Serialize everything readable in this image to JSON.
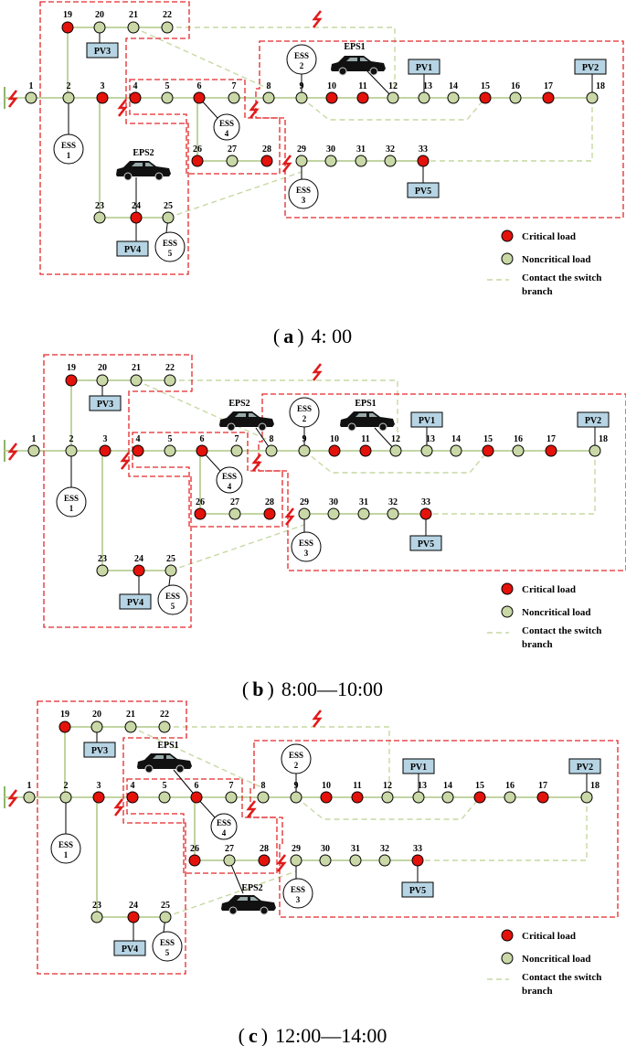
{
  "colors": {
    "critical": "#e3120b",
    "noncritical": "#c9d8a6",
    "line": "#b9cf96",
    "contact": "#c6d9a2",
    "island": "#e3282a",
    "pv_fill": "#b6d4e3",
    "fault": "#e01b1b"
  },
  "labels": {
    "critical": "Critical load",
    "noncritical": "Noncritical load",
    "contact1": "Contact the switch",
    "contact2": "branch",
    "pv1": "PV1",
    "pv2": "PV2",
    "pv3": "PV3",
    "pv4": "PV4",
    "pv5": "PV5",
    "ess_word": "ESS",
    "ess1": "1",
    "ess2": "2",
    "ess3": "3",
    "ess4": "4",
    "ess5": "5",
    "eps1": "EPS1",
    "eps2": "EPS2"
  },
  "panels": [
    {
      "paren_open": "(",
      "letter": "a",
      "paren_close": ")",
      "time": "4:  00"
    },
    {
      "paren_open": "(",
      "letter": "b",
      "paren_close": ")",
      "time": "8:00—10:00"
    },
    {
      "paren_open": "(",
      "letter": "c",
      "paren_close": ")",
      "time": "12:00—14:00"
    }
  ],
  "nodes": [
    {
      "id": "1",
      "critical": false
    },
    {
      "id": "2",
      "critical": false
    },
    {
      "id": "3",
      "critical": true
    },
    {
      "id": "4",
      "critical": true
    },
    {
      "id": "5",
      "critical": false
    },
    {
      "id": "6",
      "critical": true
    },
    {
      "id": "7",
      "critical": false
    },
    {
      "id": "8",
      "critical": false
    },
    {
      "id": "9",
      "critical": false
    },
    {
      "id": "10",
      "critical": true
    },
    {
      "id": "11",
      "critical": true
    },
    {
      "id": "12",
      "critical": false
    },
    {
      "id": "13",
      "critical": false
    },
    {
      "id": "14",
      "critical": false
    },
    {
      "id": "15",
      "critical": true
    },
    {
      "id": "16",
      "critical": false
    },
    {
      "id": "17",
      "critical": true
    },
    {
      "id": "18",
      "critical": false
    },
    {
      "id": "19",
      "critical": true
    },
    {
      "id": "20",
      "critical": false
    },
    {
      "id": "21",
      "critical": false
    },
    {
      "id": "22",
      "critical": false
    },
    {
      "id": "23",
      "critical": false
    },
    {
      "id": "24",
      "critical": true
    },
    {
      "id": "25",
      "critical": false
    },
    {
      "id": "26",
      "critical": true
    },
    {
      "id": "27",
      "critical": false
    },
    {
      "id": "28",
      "critical": true
    },
    {
      "id": "29",
      "critical": false
    },
    {
      "id": "30",
      "critical": false
    },
    {
      "id": "31",
      "critical": false
    },
    {
      "id": "32",
      "critical": false
    },
    {
      "id": "33",
      "critical": true
    }
  ]
}
